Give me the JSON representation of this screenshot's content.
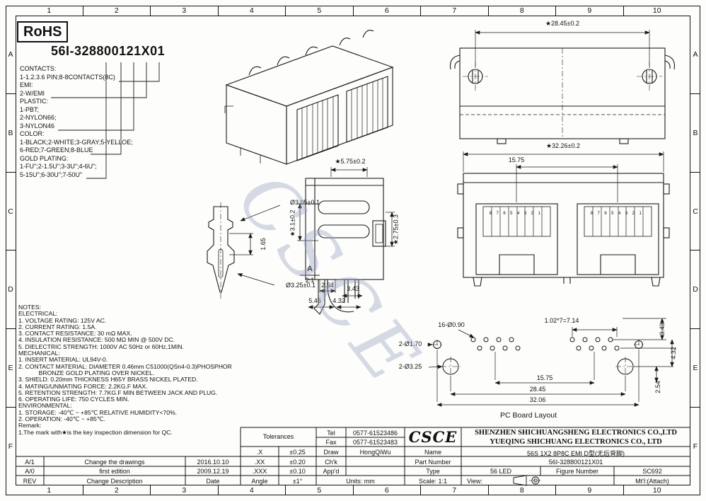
{
  "sheet": {
    "grid_cols": [
      "1",
      "2",
      "3",
      "4",
      "5",
      "6",
      "7",
      "8",
      "9",
      "10"
    ],
    "grid_rows": [
      "A",
      "B",
      "C",
      "D",
      "E",
      "F"
    ],
    "rohs": "RoHS",
    "watermark": "CSCE"
  },
  "callout": {
    "part_number": "56I-328800121X01",
    "lines": [
      "CONTACTS:",
      "1-1.2.3.6 PIN;8-8CONTACTS(8C)",
      "EMI:",
      "2-W/EMI",
      "PLASTIC:",
      "1-PBT;",
      "2-NYLON66;",
      "3-NYLON46",
      "COLOR:",
      "1-BLACK;2-WHITE;3-GRAY;5-YELLOE;",
      "6-RED;7-GREEN;8-BLUE",
      "GOLD PLATING:",
      "1-FU\";2-1.5U\";3-3U\";4-6U\";",
      "5-15U\";6-30U\";7-50U\""
    ]
  },
  "notes": {
    "lines": [
      "NOTES:",
      "ELECTRICAL:",
      "1. VOLTAGE RATING: 125V AC.",
      "2. CURRENT RATING: 1.5A.",
      "3. CONTACT RESISTANCE: 30 mΩ MAX.",
      "4. INSULATION RESISTANCE: 500 MΩ MIN @ 500V DC.",
      "5. DIELECTRIC STRENGTH: 1000V AC 50Hz or 60Hz,1MIN.",
      "MECHANICAL:",
      "1. INSERT MATERIAL: UL94V-0.",
      "2. CONTACT MATERIAL: DIAMETER 0.46mm C51000(QSn4-0.3)PHOSPHOR",
      "            BRONZE GOLD PLATING OVER NICKEL.",
      "3. SHIELD: 0.20mm THICKNESS H65Y BRASS NICKEL PLATED.",
      "4. MATING/UNMATING FORCE: 2.2KG.F MAX.",
      "5. RETENTION STRENGTH: 7.7KG.F MIN BETWEEN JACK AND PLUG.",
      "6. OPERATING LIFE: 750 CYCLES MIN.",
      "ENVIRONMENTAL:",
      "1. STORAGE: -40℃ ~ +85℃ RELATIVE HUMIDITY<70%.",
      "2. OPERATION: -40℃ ~ +85℃.",
      "Remark:",
      "1.The mark with★is the key inspection dimension for QC."
    ]
  },
  "dims": {
    "top_width": "★28.45±0.2",
    "front_width": "★32.26±0.2",
    "port_pitch": "15.75",
    "side_width": "★5.75±0.2",
    "side_slot": "★3.1±0.2",
    "side_rear": "★2.75±0.3",
    "side_254": "2.54",
    "side_343": "3.43",
    "side_546": "5.46",
    "side_432": "4.32",
    "post_top_dia": "Ø3.05±0.1",
    "post_bot_dia": "Ø3.25±0.1",
    "post_165": "1.65",
    "detail_label": "A",
    "detail_scale": "2:1",
    "pin_numbers": "87654321",
    "pcb_pins": "16-Ø0.90",
    "pcb_pitch": "1.02*7=7.14",
    "pcb_343": "3.43",
    "pcb_170": "2-Ø1.70",
    "pcb_432": "4.32",
    "pcb_325": "2-Ø3.25",
    "pcb_1575": "15.75",
    "pcb_2845": "28.45",
    "pcb_254": "2.54",
    "pcb_3206": "32.06",
    "pcb_title": "PC Board Layout"
  },
  "tolerances": {
    "title": "Tolerances",
    "rows": [
      {
        "label": ".X",
        "value": "±0.25"
      },
      {
        "label": ".XX",
        "value": "±0.20"
      },
      {
        "label": ".XXX",
        "value": "±0.10"
      },
      {
        "label": "Angle",
        "value": "±1°"
      }
    ]
  },
  "revisions": [
    {
      "rev": "A/1",
      "desc": "Change the drawings",
      "date": "2016.10.10"
    },
    {
      "rev": "A/0",
      "desc": "first edition",
      "date": "2009.12.19"
    },
    {
      "rev": "REV",
      "desc": "Change Description",
      "date": "Date"
    }
  ],
  "title_block": {
    "tel_label": "Tel",
    "tel": "0577-61523486",
    "fax_label": "Fax",
    "fax": "0577-61523483",
    "logo": "CSCE",
    "company1": "SHENZHEN SHICHUANGSHENG ELECTRONICS CO.,LTD",
    "company2": "YUEQING SHICHUANG ELECTRONICS CO., LTD",
    "draw_label": "Draw",
    "draw": "HongQiWu",
    "chk_label": "Ch'k",
    "appd_label": "App'd",
    "name_label": "Name",
    "name": "56S 1X2 8P8C EMI D型(无后背脚)",
    "part_label": "Part Number",
    "part_number": "56I-328800121X01",
    "type_label": "Type",
    "type": "56 LED",
    "figure_label": "Figure Number",
    "figure": "SC692",
    "units": "Units: mm",
    "scale": "Scale: 1:1",
    "view": "View:",
    "mtl": "Mt'l:(Attach)"
  }
}
